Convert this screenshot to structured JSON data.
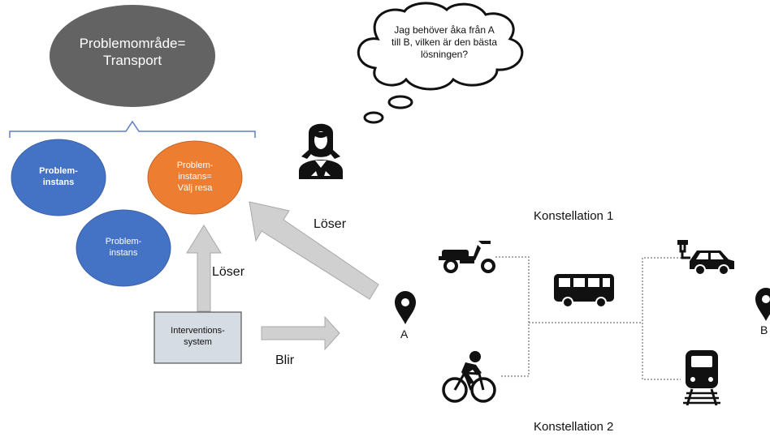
{
  "problem_area": {
    "text": "Problemområde= Transport",
    "line1": "Problemområde=",
    "line2": "Transport"
  },
  "instances": [
    {
      "line1": "Problem-",
      "line2": "instans",
      "color": "#4472c4"
    },
    {
      "line1": "Problem-",
      "line2": "instans=",
      "line3": "Välj resa",
      "color": "#ed7d31"
    },
    {
      "line1": "Problem-",
      "line2": "instans",
      "color": "#4472c4"
    }
  ],
  "thought_bubble": {
    "line1": "Jag behöver åka från A",
    "line2": "till B, vilken är den bästa",
    "line3": "lösningen?"
  },
  "intervention": {
    "line1": "Interventions-",
    "line2": "system"
  },
  "arrows": {
    "solves_up": "Löser",
    "solves_diag": "Löser",
    "becomes": "Blir"
  },
  "points": {
    "start": "A",
    "end": "B"
  },
  "constellations": {
    "first": "Konstellation 1",
    "second": "Konstellation 2"
  },
  "icons": [
    "person-icon",
    "scooter-icon",
    "bicycle-icon",
    "bus-icon",
    "electric-car-icon",
    "train-icon",
    "location-pin-icon"
  ],
  "colors": {
    "problem_area": "#636363",
    "instance_blue": "#4472c4",
    "instance_orange": "#ed7d31",
    "arrow_fill": "#d0d0d0",
    "bracket": "#5b7fc4"
  }
}
